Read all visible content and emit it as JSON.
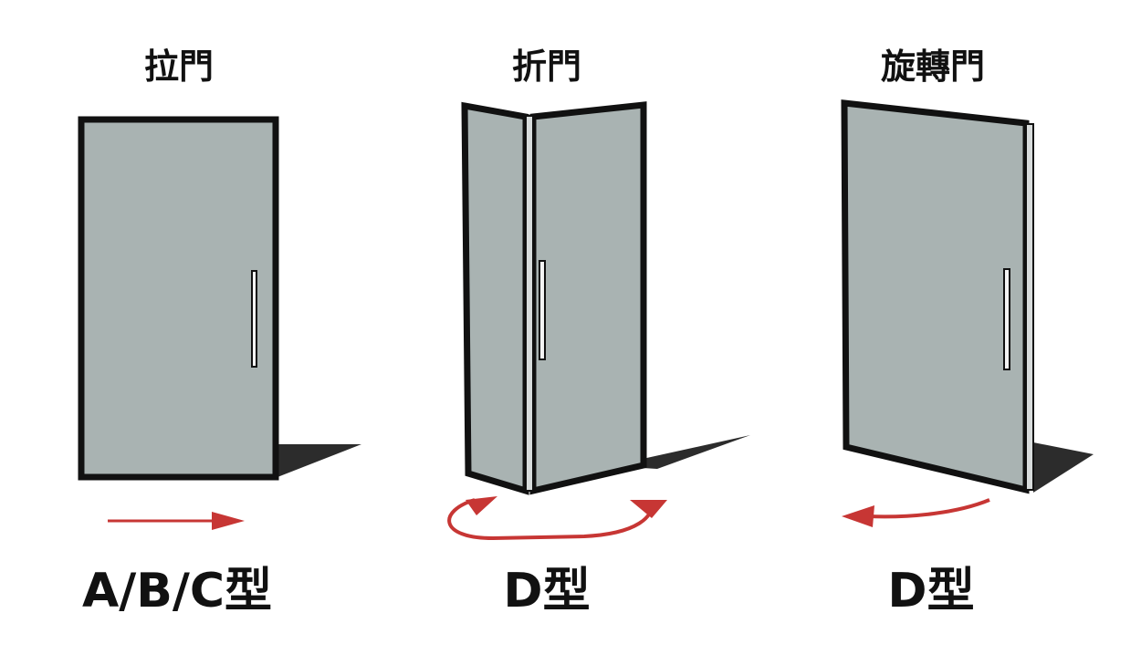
{
  "panels": [
    {
      "title": "拉門",
      "type": "A/B/C型",
      "icon": "sliding-door-icon",
      "motion": "slide-right-arrow"
    },
    {
      "title": "折門",
      "type": "D型",
      "icon": "folding-door-icon",
      "motion": "fold-curved-arrows"
    },
    {
      "title": "旋轉門",
      "type": "D型",
      "icon": "pivot-door-icon",
      "motion": "swing-curved-arrow"
    }
  ],
  "colors": {
    "glass": "#a9b3b2",
    "frame": "#111111",
    "shadow": "#2c2c2c",
    "arrow": "#c73634",
    "text": "#111111"
  }
}
